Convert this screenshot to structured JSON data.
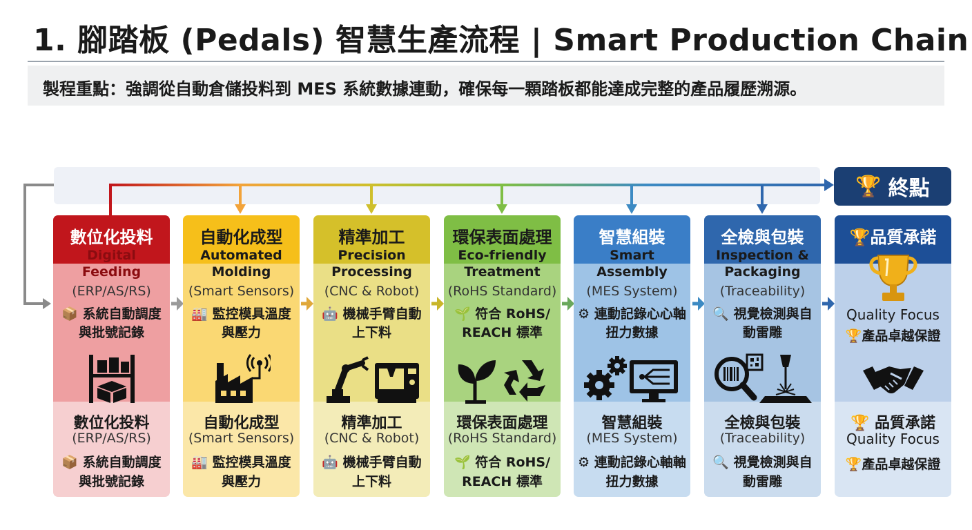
{
  "header": {
    "title": "1. 腳踏板 (Pedals) 智慧生產流程 | Smart Production Chain",
    "subtitle": "製程重點：強調從自動倉儲投料到 MES 系統數據連動，確保每一顆踏板都能達成完整的產品履歷溯源。"
  },
  "end": {
    "icon": "trophy-icon",
    "label": "終點"
  },
  "stages": [
    {
      "zh": "數位化投料",
      "en": "Digital Feeding",
      "paren": "(ERP/AS/RS)",
      "feature_icon": "📦",
      "feature": "系統自動調度與批號記錄",
      "illustration": "warehouse-shelf-boxes-icon",
      "lower_zh": "數位化投料",
      "lower_paren": "(ERP/AS/RS)",
      "lower_feature": "系統自動調度與批號記錄",
      "colors": {
        "head": "#c1161c",
        "head_text": "#ffffff",
        "band1": "#ee9fa1",
        "band2": "#f6cfd0"
      }
    },
    {
      "zh": "自動化成型",
      "en": "Automated Molding",
      "paren": "(Smart Sensors)",
      "feature_icon": "🏭",
      "feature": "監控模具溫度與壓力",
      "illustration": "factory-sensor-icon",
      "lower_zh": "自動化成型",
      "lower_paren": "(Smart Sensors)",
      "lower_feature": "監控模具溫度與壓力",
      "colors": {
        "head": "#f6bf1a",
        "head_text": "#1a1a1a",
        "band1": "#fad873",
        "band2": "#fbe7a8"
      }
    },
    {
      "zh": "精準加工",
      "en": "Precision Processing",
      "paren": "(CNC & Robot)",
      "feature_icon": "🤖",
      "feature": "機械手臂自動上下料",
      "illustration": "robot-arm-cnc-icon",
      "lower_zh": "精準加工",
      "lower_paren": "(CNC & Robot)",
      "lower_feature": "機械手臂自動上下料",
      "colors": {
        "head": "#d5c02a",
        "head_text": "#1a1a1a",
        "band1": "#eadf86",
        "band2": "#f3ecb8"
      }
    },
    {
      "zh": "環保表面處理",
      "en": "Eco-friendly Treatment",
      "paren": "(RoHS Standard)",
      "feature_icon": "🌱",
      "feature": "符合 RoHS/ REACH 標準",
      "illustration": "plant-recycle-icon",
      "lower_zh": "環保表面處理",
      "lower_paren": "(RoHS Standard)",
      "lower_feature": "符合 RoHS/ REACH 標準",
      "colors": {
        "head": "#7fbe45",
        "head_text": "#1a1a1a",
        "band1": "#a9d37f",
        "band2": "#cfe6b5"
      }
    },
    {
      "zh": "智慧組裝",
      "en": "Smart Assembly",
      "paren": "(MES System)",
      "feature_icon": "⚙",
      "feature": "連動記錄心心軸扭力數據",
      "illustration": "gears-monitor-icon",
      "lower_zh": "智慧組裝",
      "lower_paren": "(MES System)",
      "lower_feature": "連動記錄心軸軸扭力數據",
      "colors": {
        "head": "#3a7ec7",
        "head_text": "#ffffff",
        "band1": "#9ec3e6",
        "band2": "#c7dcf0"
      }
    },
    {
      "zh": "全檢與包裝",
      "en": "Inspection & Packaging",
      "paren": "(Traceability)",
      "feature_icon": "🔍",
      "feature": "視覺檢測與自動雷雕",
      "illustration": "barcode-laser-icon",
      "lower_zh": "全檢與包裝",
      "lower_paren": "(Traceability)",
      "lower_feature": "視覺檢測與自動雷雕",
      "colors": {
        "head": "#2f67ad",
        "head_text": "#ffffff",
        "band1": "#a6c4e3",
        "band2": "#cbdcee"
      }
    },
    {
      "zh": "品質承諾",
      "head_icon": "🏆",
      "quality_focus": "Quality Focus",
      "quality_promise_icon": "🏆",
      "quality_promise": "產品卓越保證",
      "illustration": "trophy-handshake-icon",
      "lower_icon": "🏆",
      "lower_zh": "品質承諾",
      "lower_quality_focus": "Quality Focus",
      "lower_promise_icon": "🏆",
      "lower_promise": "產品卓越保證",
      "colors": {
        "head": "#1d4f97",
        "head_text": "#ffffff",
        "band1": "#bcd0ea",
        "band2": "#d9e5f3"
      }
    }
  ],
  "arrow_colors": [
    "#c1161c",
    "#f2a33a",
    "#cfbf2c",
    "#a7c23a",
    "#62a85b",
    "#3c8ac3",
    "#2f67ad"
  ]
}
